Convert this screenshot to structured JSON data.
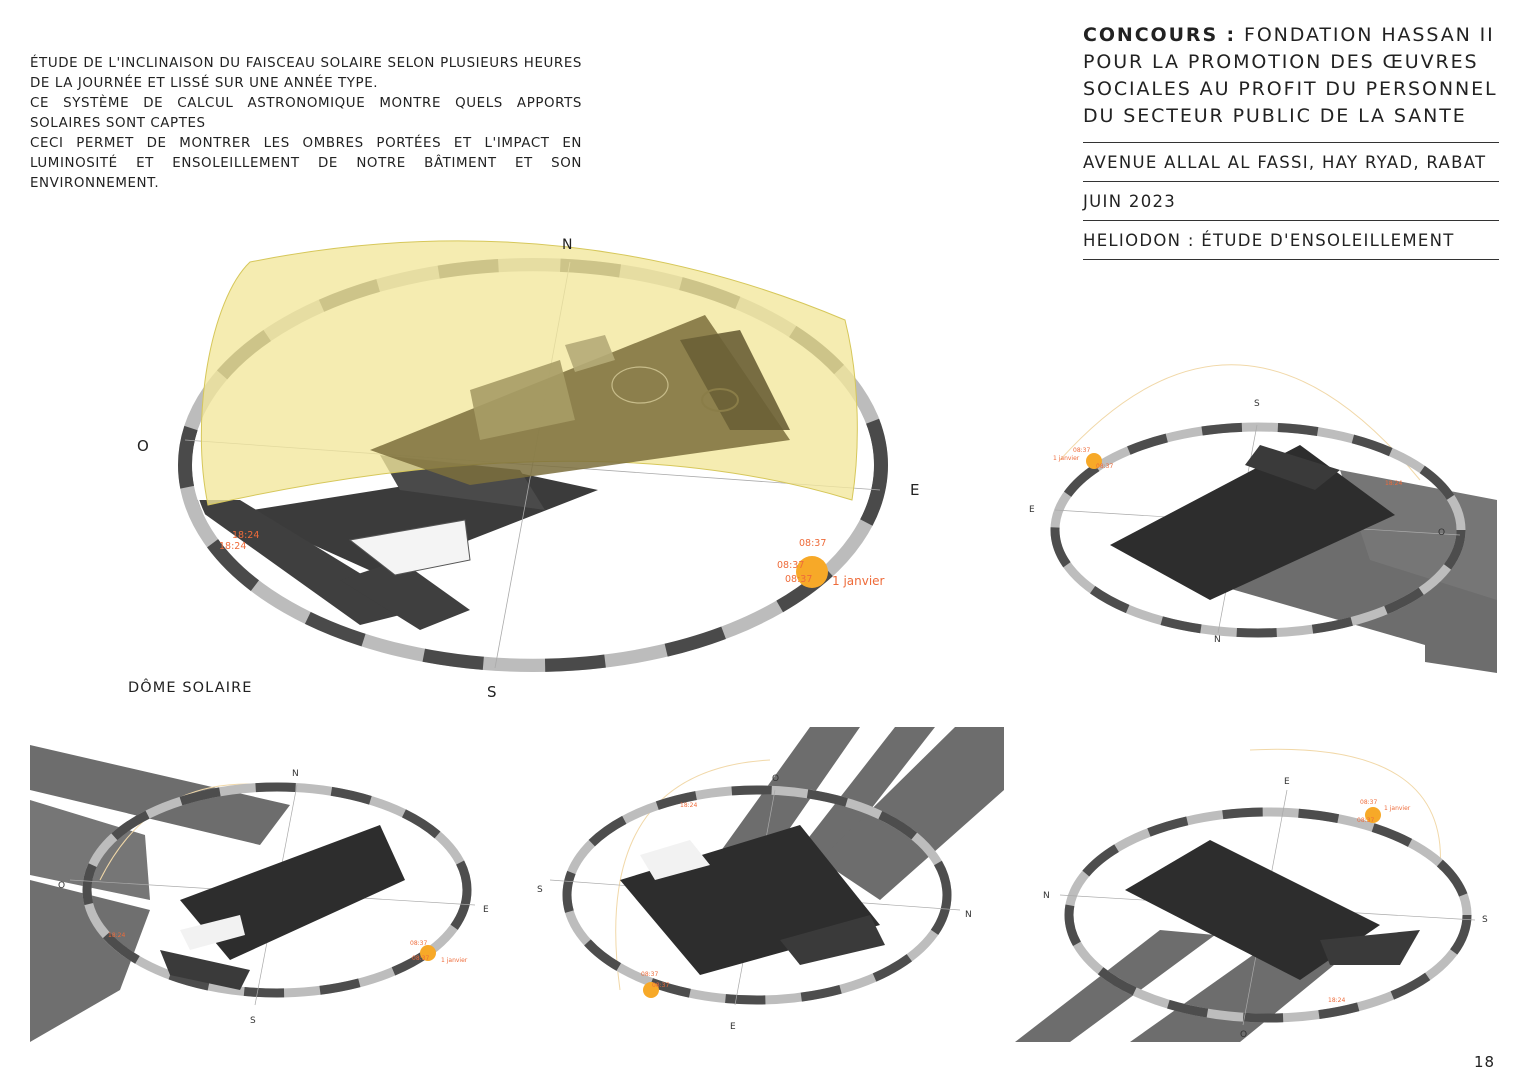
{
  "intro": {
    "lines": [
      "ÉTUDE DE L'INCLINAISON DU FAISCEAU SOLAIRE SELON PLUSIEURS HEURES DE LA JOURNÉE ET LISSÉ SUR UNE ANNÉE TYPE.",
      "CE SYSTÈME DE CALCUL ASTRONOMIQUE MONTRE QUELS APPORTS SOLAIRES SONT CAPTES",
      "CECI PERMET DE MONTRER LES OMBRES PORTÉES ET L'IMPACT EN LUMINOSITÉ ET ENSOLEILLEMENT DE NOTRE BÂTIMENT ET SON ENVIRONNEMENT."
    ]
  },
  "header": {
    "title_bold": "CONCOURS :",
    "title_rest": " FONDATION HASSAN II POUR LA PROMOTION DES ŒUVRES SOCIALES AU PROFIT DU PERSONNEL DU SECTEUR PUBLIC DE LA SANTE",
    "address": "AVENUE ALLAL AL FASSI, HAY RYAD, RABAT",
    "date": "JUIN 2023",
    "subject": "HELIODON : ÉTUDE D'ENSOLEILLEMENT"
  },
  "main_view": {
    "caption": "DÔME SOLAIRE",
    "compass": {
      "n": "N",
      "o": "O",
      "e": "E",
      "s": "S"
    },
    "sun_times": {
      "sunset_1": "18:24",
      "sunset_2": "18:24",
      "sunrise_1": "08:37",
      "sunrise_2": "08:37",
      "sunrise_3": "08:37"
    },
    "date_label": "1 janvier"
  },
  "views": [
    {
      "top": "S",
      "left": "E",
      "right": "O",
      "bottom": "N",
      "t1": "08:37",
      "t2": "08:37",
      "date": "1 janvier",
      "t3": "18:24"
    },
    {
      "top": "N",
      "left": "O",
      "right": "E",
      "bottom": "S",
      "t1": "18:24",
      "t2": "08:37",
      "date": "1 janvier",
      "t3": "08:37"
    },
    {
      "top": "O",
      "left": "S",
      "right": "N",
      "bottom": "E",
      "t1": "18:24",
      "t2": "08:37",
      "date": "",
      "t3": "08:37"
    },
    {
      "top": "E",
      "left": "N",
      "right": "S",
      "bottom": "O",
      "t1": "08:37",
      "t2": "08:37",
      "date": "1 janvier",
      "t3": "18:24"
    }
  ],
  "page_number": "18",
  "colors": {
    "dome": "#f3eaa0",
    "sun": "#f7a928",
    "times": "#ee6b3a",
    "shadow": "#6d6d6d",
    "building": "#2d2d2d"
  }
}
